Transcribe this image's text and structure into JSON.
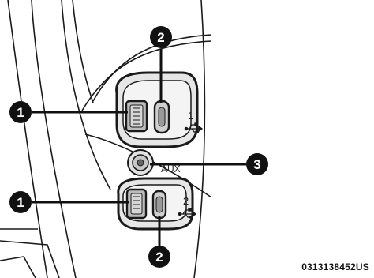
{
  "callouts": {
    "usb_a_upper": "1",
    "usb_c_upper": "2",
    "aux_jack": "3",
    "usb_a_lower": "1",
    "usb_c_lower": "2"
  },
  "port_labels": {
    "upper_number": "1",
    "aux": "AUX",
    "lower_number": "2"
  },
  "figure_code": "0313138452US",
  "colors": {
    "line": "#1a1a1a",
    "housing_shade": "#d6d6d6",
    "port_fill": "#bdbdbd",
    "callout_fill": "#111111"
  },
  "icons": {
    "usb_symbol": "usb-icon"
  }
}
